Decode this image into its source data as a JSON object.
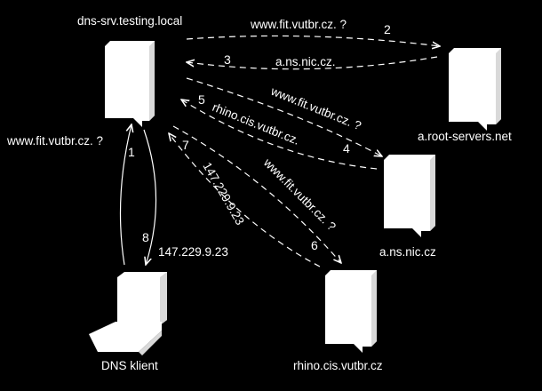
{
  "nodes": {
    "dns_server": {
      "label": "dns-srv.testing.local"
    },
    "root_server": {
      "label": "a.root-servers.net"
    },
    "ns_nic": {
      "label": "a.ns.nic.cz"
    },
    "rhino": {
      "label": "rhino.cis.vutbr.cz"
    },
    "client": {
      "label": "DNS klient"
    }
  },
  "messages": [
    {
      "step": "1",
      "text": "www.fit.vutbr.cz. ?",
      "from": "DNS klient",
      "to": "dns-srv.testing.local",
      "style": "solid"
    },
    {
      "step": "2",
      "text": "www.fit.vutbr.cz. ?",
      "from": "dns-srv.testing.local",
      "to": "a.root-servers.net",
      "style": "dashed"
    },
    {
      "step": "3",
      "text": "a.ns.nic.cz.",
      "from": "a.root-servers.net",
      "to": "dns-srv.testing.local",
      "style": "dashed"
    },
    {
      "step": "4",
      "text": "www.fit.vutbr.cz. ?",
      "from": "dns-srv.testing.local",
      "to": "a.ns.nic.cz",
      "style": "dashed"
    },
    {
      "step": "5",
      "text": "rhino.cis.vutbr.cz.",
      "from": "a.ns.nic.cz",
      "to": "dns-srv.testing.local",
      "style": "dashed"
    },
    {
      "step": "6",
      "text": "www.fit.vutbr.cz. ?",
      "from": "dns-srv.testing.local",
      "to": "rhino.cis.vutbr.cz",
      "style": "dashed"
    },
    {
      "step": "7",
      "text": "147.229.9.23",
      "from": "rhino.cis.vutbr.cz",
      "to": "dns-srv.testing.local",
      "style": "dashed"
    },
    {
      "step": "8",
      "text": "147.229.9.23",
      "from": "dns-srv.testing.local",
      "to": "DNS klient",
      "style": "solid"
    }
  ]
}
